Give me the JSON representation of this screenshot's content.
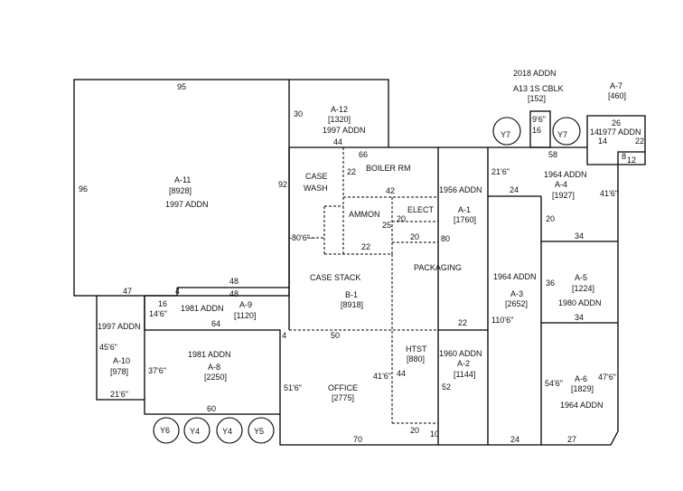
{
  "rooms": {
    "a11": {
      "id": "A-11",
      "area": "[8928]",
      "addn": "1997 ADDN"
    },
    "a12": {
      "id": "A-12",
      "area": "[1320]",
      "addn": "1997 ADDN"
    },
    "a13": {
      "addn": "2018 ADDN",
      "id": "A13 1S CBLK",
      "area": "[152]"
    },
    "a7": {
      "id": "A-7",
      "area": "[460]",
      "addn": "1977 ADDN"
    },
    "a1": {
      "addn": "1956 ADDN",
      "id": "A-1",
      "area": "[1760]"
    },
    "a4": {
      "addn": "1964 ADDN",
      "id": "A-4",
      "area": "[1927]"
    },
    "a3": {
      "addn": "1964 ADDN",
      "id": "A-3",
      "area": "[2652]"
    },
    "a5": {
      "id": "A-5",
      "area": "[1224]",
      "addn": "1980 ADDN"
    },
    "a6": {
      "id": "A-6",
      "area": "[1829]",
      "addn": "1964 ADDN"
    },
    "a2": {
      "addn": "1960 ADDN",
      "id": "A-2",
      "area": "[1144]"
    },
    "a9": {
      "addn": "1981 ADDN",
      "id": "A-9",
      "area": "[1120]"
    },
    "a8": {
      "addn": "1981 ADDN",
      "id": "A-8",
      "area": "[2250]"
    },
    "a10": {
      "addn": "1997 ADDN",
      "id": "A-10",
      "area": "[978]"
    },
    "b1": {
      "id": "B-1",
      "area": "[8918]"
    },
    "office": {
      "name": "OFFICE",
      "area": "[2775]"
    },
    "htst": {
      "name": "HTST",
      "area": "[880]"
    }
  },
  "labels": {
    "case_wash_1": "CASE",
    "case_wash_2": "WASH",
    "boiler_rm": "BOILER RM",
    "ammon": "AMMON",
    "elect": "ELECT",
    "packaging": "PACKAGING",
    "case_stack": "CASE STACK"
  },
  "dims": {
    "d95": "95",
    "d96": "96",
    "d92": "92",
    "d47": "47",
    "d4a": "4",
    "d48a": "48",
    "d48b": "48",
    "d30": "30",
    "d44a": "44",
    "d66": "66",
    "d22a": "22",
    "d42": "42",
    "d20a": "20",
    "d25": "25",
    "d20b": "20",
    "d80_6": "-80'6\"--",
    "d22b": "22",
    "d80": "80",
    "d22c": "22",
    "d4b": "4",
    "d50": "50",
    "d51_6": "51'6\"",
    "d70": "70",
    "d41_6a": "41'6\"",
    "d44b": "44",
    "d20c": "20",
    "d10": "10",
    "d52": "52",
    "d9_6": "9'6\"",
    "d16a": "16",
    "d58": "58",
    "d26": "26",
    "d14a": "14",
    "d14b": "14",
    "d22d": "22",
    "d8": "8",
    "d12": "12",
    "d21_6a": "21'6\"",
    "d24a": "24",
    "d41_6b": "41'6\"",
    "d20d": "20",
    "d34a": "34",
    "d36": "36",
    "d34b": "34",
    "d110_6": "110'6\"",
    "d54_6": "54'6\"",
    "d47_6": "47'6\"",
    "d24b": "24",
    "d27": "27",
    "d16b": "16",
    "d14_6": "14'6\"",
    "d64": "64",
    "d45_6": "45'6\"",
    "d37_6": "37'6\"",
    "d21_6b": "21'6\"",
    "d60": "60"
  },
  "circles": {
    "y7a": "Y7",
    "y7b": "Y7",
    "y6": "Y6",
    "y4a": "Y4",
    "y4b": "Y4",
    "y5": "Y5"
  }
}
